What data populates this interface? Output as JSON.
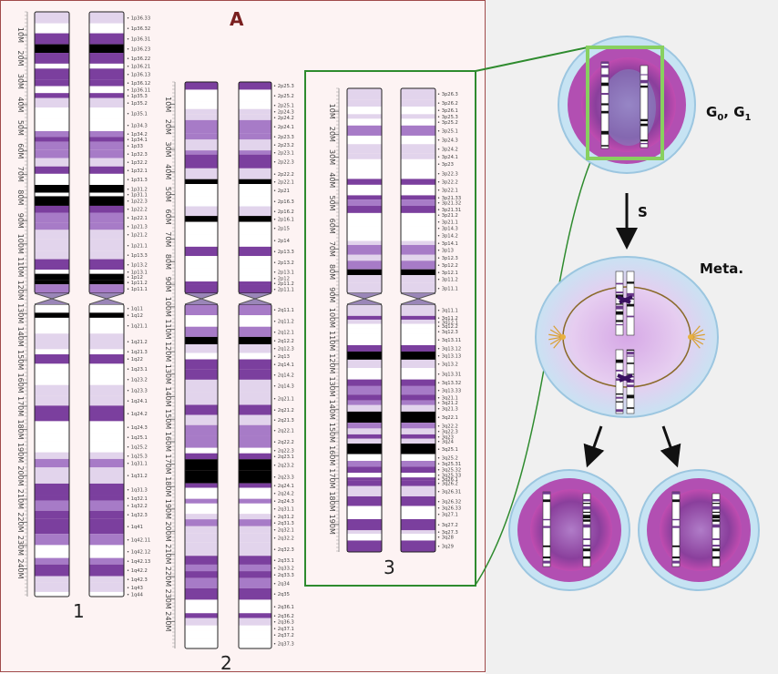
{
  "panel_label": "A",
  "chromosome_numbers": [
    "1",
    "2",
    "3"
  ],
  "phase_labels": {
    "interphase": "G",
    "interphase_sub0": "0",
    "interphase_comma": ", G",
    "interphase_sub1": "1",
    "s_phase": "S",
    "metaphase": "Meta."
  },
  "colors": {
    "dark": "#000000",
    "purple": "#7b3f9e",
    "mid": "#a77bc7",
    "light": "#e2d4ec",
    "white": "#ffffff",
    "highlight_box": "#2e8b2e",
    "cell_glow": "#88d060",
    "panel_border": "#a04a4a"
  },
  "chromosomes": [
    {
      "number": "1",
      "scale_ticks": [
        "10M",
        "20M",
        "30M",
        "40M",
        "50M",
        "60M",
        "70M",
        "80M",
        "90M",
        "100M",
        "110M",
        "120M",
        "130M",
        "140M",
        "150M",
        "160M",
        "170M",
        "180M",
        "190M",
        "200M",
        "210M",
        "220M",
        "230M",
        "240M"
      ],
      "band_labels": [
        "1p36.33",
        "1p36.32",
        "1p36.31",
        "1p36.23",
        "1p36.22",
        "1p36.21",
        "1p36.13",
        "1p36.12",
        "1p36.11",
        "1p35.3",
        "1p35.2",
        "1p35.1",
        "1p34.3",
        "1p34.2",
        "1p34.1",
        "1p33",
        "1p32.3",
        "1p32.2",
        "1p32.1",
        "1p31.3",
        "1p31.2",
        "1p31.1",
        "1p22.3",
        "1p22.2",
        "1p22.1",
        "1p21.3",
        "1p21.2",
        "1p21.1",
        "1p13.3",
        "1p13.2",
        "1p13.1",
        "1p12",
        "1p11.2",
        "1p11.1",
        "1q11",
        "1q12",
        "1q21.1",
        "1q21.2",
        "1q21.3",
        "1q22",
        "1q23.1",
        "1q23.2",
        "1q23.3",
        "1q24.1",
        "1q24.2",
        "1q24.3",
        "1q25.1",
        "1q25.2",
        "1q25.3",
        "1q31.1",
        "1q31.2",
        "1q31.3",
        "1q32.1",
        "1q32.2",
        "1q32.3",
        "1q41",
        "1q42.11",
        "1q42.12",
        "1q42.13",
        "1q42.2",
        "1q42.3",
        "1q43",
        "1q44"
      ]
    },
    {
      "number": "2",
      "scale_ticks": [
        "10M",
        "20M",
        "30M",
        "40M",
        "50M",
        "60M",
        "70M",
        "80M",
        "90M",
        "100M",
        "110M",
        "120M",
        "130M",
        "140M",
        "150M",
        "160M",
        "170M",
        "180M",
        "190M",
        "200M",
        "210M",
        "220M",
        "230M",
        "240M"
      ],
      "band_labels": [
        "2p25.3",
        "2p25.2",
        "2p25.1",
        "2p24.3",
        "2p24.2",
        "2p24.1",
        "2p23.3",
        "2p23.2",
        "2p23.1",
        "2p22.3",
        "2p22.2",
        "2p22.1",
        "2p21",
        "2p16.3",
        "2p16.2",
        "2p16.1",
        "2p15",
        "2p14",
        "2p13.3",
        "2p13.2",
        "2p13.1",
        "2p12",
        "2p11.2",
        "2p11.1",
        "2q11.1",
        "2q11.2",
        "2q12.1",
        "2q12.2",
        "2q12.3",
        "2q13",
        "2q14.1",
        "2q14.2",
        "2q14.3",
        "2q21.1",
        "2q21.2",
        "2q21.3",
        "2q22.1",
        "2q22.2",
        "2q22.3",
        "2q23.1",
        "2q23.2",
        "2q23.3",
        "2q24.1",
        "2q24.2",
        "2q24.3",
        "2q31.1",
        "2q31.2",
        "2q31.3",
        "2q32.1",
        "2q32.2",
        "2q32.3",
        "2q33.1",
        "2q33.2",
        "2q33.3",
        "2q34",
        "2q35",
        "2q36.1",
        "2q36.2",
        "2q36.3",
        "2q37.1",
        "2q37.2",
        "2q37.3"
      ]
    },
    {
      "number": "3",
      "scale_ticks": [
        "10M",
        "20M",
        "30M",
        "40M",
        "50M",
        "60M",
        "70M",
        "80M",
        "90M",
        "100M",
        "110M",
        "120M",
        "130M",
        "140M",
        "150M",
        "160M",
        "170M",
        "180M",
        "190M"
      ],
      "band_labels": [
        "3p26.3",
        "3p26.2",
        "3p26.1",
        "3p25.3",
        "3p25.2",
        "3p25.1",
        "3p24.3",
        "3p24.2",
        "3p24.1",
        "3p23",
        "3p22.3",
        "3p22.2",
        "3p22.1",
        "3p21.33",
        "3p21.32",
        "3p21.31",
        "3p21.2",
        "3p21.1",
        "3p14.3",
        "3p14.2",
        "3p14.1",
        "3p13",
        "3p12.3",
        "3p12.2",
        "3p12.1",
        "3p11.2",
        "3p11.1",
        "3q11.1",
        "3q11.2",
        "3q12.1",
        "3q12.2",
        "3q12.3",
        "3q13.11",
        "3q13.12",
        "3q13.13",
        "3q13.2",
        "3q13.31",
        "3q13.32",
        "3q13.33",
        "3q21.1",
        "3q21.2",
        "3q21.3",
        "3q22.1",
        "3q22.2",
        "3q22.3",
        "3q23",
        "3q24",
        "3q25.1",
        "3q25.2",
        "3q25.31",
        "3q25.32",
        "3q25.33",
        "3q26.1",
        "3q26.2",
        "3q26.31",
        "3q26.32",
        "3q26.33",
        "3q27.1",
        "3q27.2",
        "3q27.3",
        "3q28",
        "3q29"
      ]
    }
  ]
}
